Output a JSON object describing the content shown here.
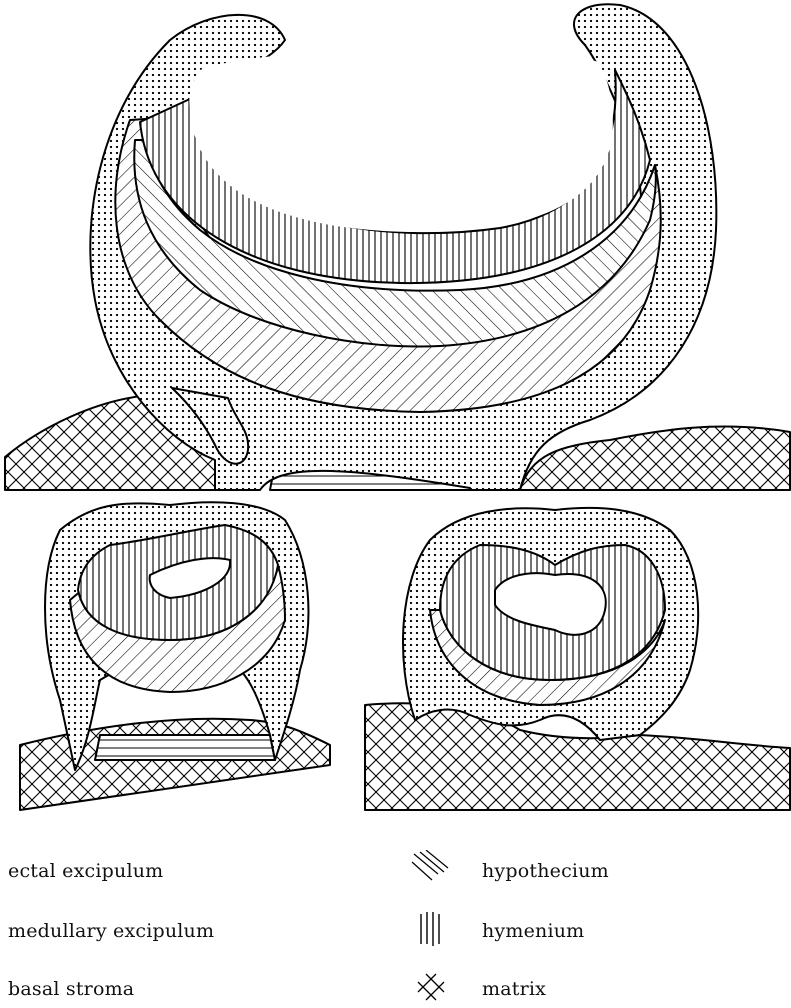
{
  "legend": [
    {
      "key": "ectal",
      "label": "ectal excipulum",
      "pattern": "dots"
    },
    {
      "key": "medullary",
      "label": "medullary excipulum",
      "pattern": "diagonal-up"
    },
    {
      "key": "basal",
      "label": "basal stroma",
      "pattern": "horizontal"
    },
    {
      "key": "hypothecium",
      "label": "hypothecium",
      "pattern": "diagonal-down"
    },
    {
      "key": "hymenium",
      "label": "hymenium",
      "pattern": "vertical"
    },
    {
      "key": "matrix",
      "label": "matrix",
      "pattern": "crosshatch"
    }
  ]
}
